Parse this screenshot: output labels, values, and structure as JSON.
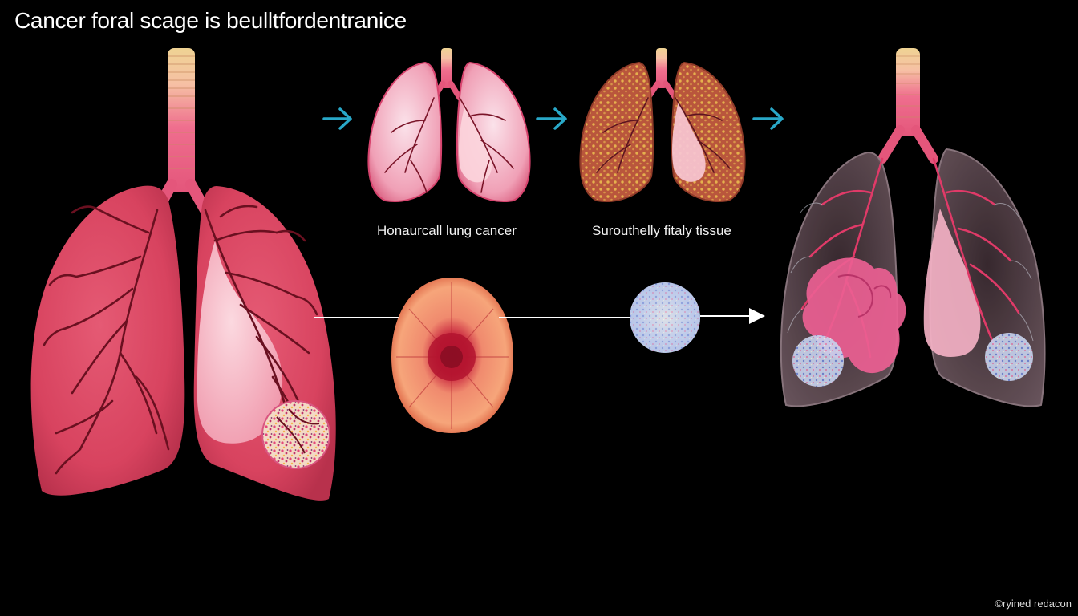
{
  "title": "Cancer foral scage is beulltfordentranice",
  "captions": {
    "stage_one": "Honaurcall lung cancer",
    "stage_two": "Surouthelly fitaly tissue"
  },
  "credit": "©ryined redacon",
  "colors": {
    "background": "#000000",
    "flow_arrow": "#29a8c8",
    "lung_healthy": "#e0526e",
    "lung_pale": "#f7b9c6",
    "lung_damaged": "#c7643d",
    "lung_translucent": "#3a2a30",
    "bronchi": "#6a1020",
    "trachea_ring": "#e9c98e",
    "trachea_pink": "#ee6f8e",
    "connector_line": "#ffffff"
  },
  "icons": {
    "flow_arrow": "arrow-right-icon",
    "end_arrow": "arrowhead-icon"
  }
}
